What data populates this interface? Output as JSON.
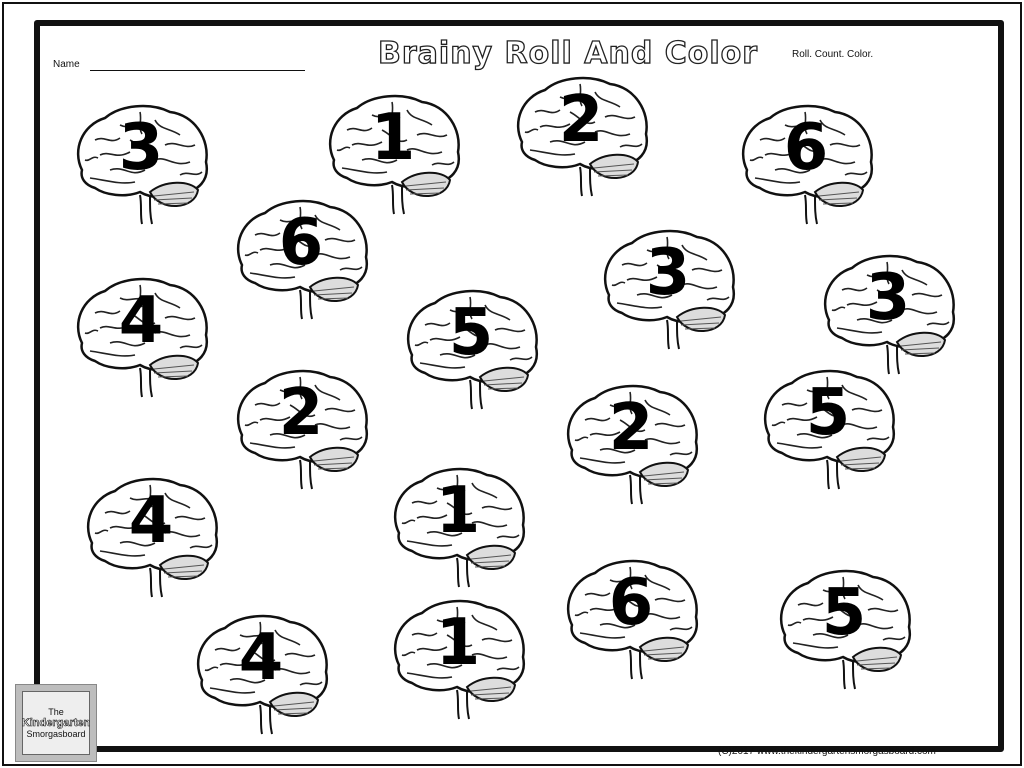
{
  "header": {
    "name_label": "Name",
    "title": "Brainy Roll And Color",
    "subtitle": "Roll.  Count.  Color."
  },
  "brains": [
    {
      "number": "3"
    },
    {
      "number": "1"
    },
    {
      "number": "2"
    },
    {
      "number": "6"
    },
    {
      "number": "6"
    },
    {
      "number": "3"
    },
    {
      "number": "3"
    },
    {
      "number": "4"
    },
    {
      "number": "5"
    },
    {
      "number": "2"
    },
    {
      "number": "2"
    },
    {
      "number": "5"
    },
    {
      "number": "4"
    },
    {
      "number": "1"
    },
    {
      "number": "6"
    },
    {
      "number": "5"
    },
    {
      "number": "4"
    },
    {
      "number": "1"
    }
  ],
  "logo": {
    "line1": "The",
    "line2": "Kindergarten",
    "line3": "Smorgasboard"
  },
  "footer": {
    "copyright": "(C)2017 www.thekindergartensmorgasboard.com"
  }
}
